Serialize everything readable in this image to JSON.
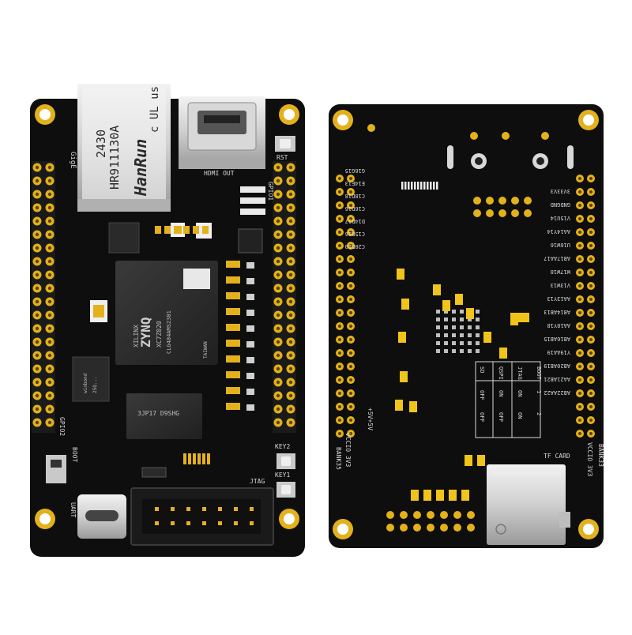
{
  "front": {
    "rj45": {
      "label_rotated": "HanRun",
      "part": "HR911130A",
      "date": "2430",
      "cert": "c UL us"
    },
    "hdmi_label": "HDMI OUT",
    "gige_label": "GigE",
    "rst_label": "RST",
    "gpio1_label": "GPIO1",
    "gpio2_label": "GPIO2",
    "soc": {
      "brand_small": "XILINX",
      "brand": "ZYNQ",
      "part": "XC7Z020",
      "sub": "CLG484AMS2301",
      "origin": "TAIWAN"
    },
    "flash": {
      "brand": "winbond",
      "part": "25Q..."
    },
    "ddr_text": "3JP17 D9SHG",
    "boot_label": "BOOT",
    "key1_label": "KEY1",
    "key2_label": "KEY2",
    "uart_label": "UART",
    "jtag_label": "JTAG"
  },
  "back": {
    "left_header_labels": [
      "G16G15",
      "E14E13",
      "C18D18",
      "C16D16",
      "D14D17",
      "C15B16",
      "C20D20"
    ],
    "right_header_labels": [
      "3V33V3",
      "GNDGND",
      "V15U14",
      "AA14Y14",
      "U16W16",
      "AB17AA17",
      "W17W18",
      "V13W13",
      "AA13Y13",
      "AB14AB13",
      "AA18Y18",
      "AB16AB15",
      "Y19AA19",
      "AB20AB19",
      "AA21AB21",
      "AB22AA22"
    ],
    "boot_table": {
      "headers": [
        "BOOT",
        "JTAG",
        "QSPI",
        "SD"
      ],
      "rows": [
        [
          "1",
          "ON",
          "ON",
          "OFF"
        ],
        [
          "2",
          "ON",
          "OFF",
          "OFF"
        ]
      ]
    },
    "bank35_label": "BANK35",
    "bank33_label": "BANK33",
    "vccio_left": "VCCIO 3V3",
    "vccio_right": "VCCIO 3V3",
    "plus5v_label": "+5V+5V",
    "tfcard_label": "TF CARD"
  },
  "colors": {
    "pcb": "#0e0e0e",
    "gold": "#e3b11c",
    "silk": "#d8d8d8",
    "chip": "#2b2b2b",
    "metal": "#c9c9c9",
    "yellow": "#f0c419"
  }
}
